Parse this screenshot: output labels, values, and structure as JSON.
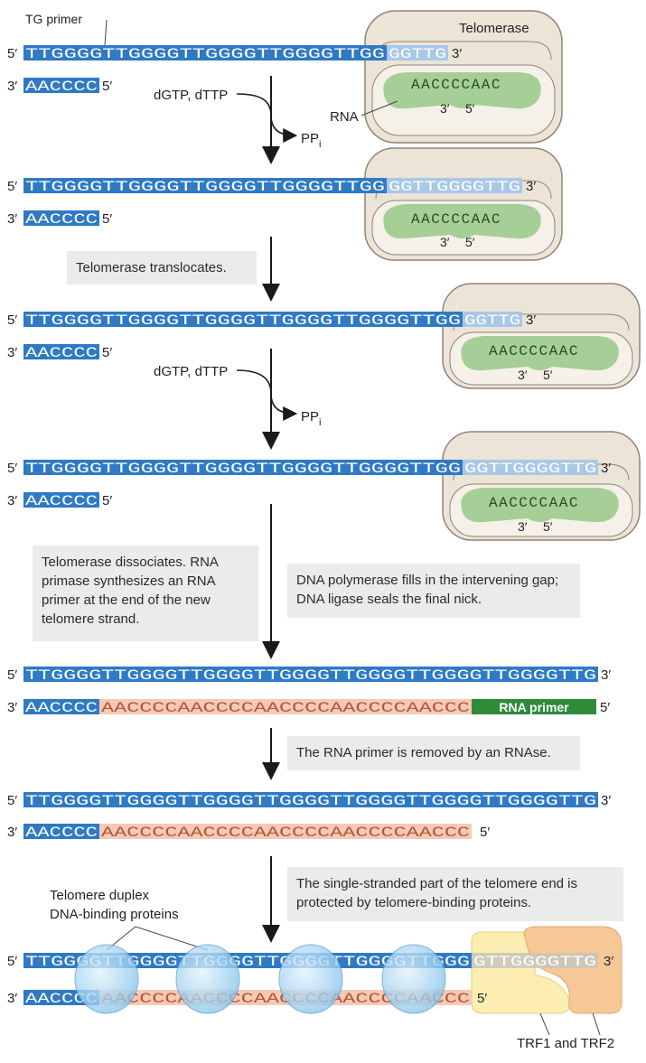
{
  "labels": {
    "tg_primer": "TG primer",
    "telomerase": "Telomerase",
    "rna": "RNA",
    "rna_template": "AACCCCAAC",
    "rna_3": "3′",
    "rna_5": "5′",
    "five_prime": "5′",
    "three_prime": "3′",
    "dntps": "dGTP, dTTP",
    "ppi_main": "PP",
    "ppi_sub": "i",
    "rna_primer": "RNA primer",
    "duplex_proteins_line1": "Telomere duplex",
    "duplex_proteins_line2": "DNA-binding proteins",
    "trf": "TRF1 and TRF2"
  },
  "steps": {
    "translocate": "Telomerase translocates.",
    "dissociate": "Telomerase dissociates. RNA primase synthesizes an RNA primer at the end of the new telomere strand.",
    "polymerase": "DNA polymerase fills in the intervening gap; DNA ligase seals the final nick.",
    "rnase": "The RNA primer is removed by an RNAse.",
    "protect": "The single-stranded part of the telomere end is protected by telomere-binding proteins."
  },
  "sequences": {
    "row1_dark": "TTGGGGTTGGGGTTGGGGTTGGGGTTGG",
    "row1_light": "GGTTG",
    "row2_dark": "TTGGGGTTGGGGTTGGGGTTGGGGTTGG",
    "row2_light": "GGTTGGGGTTG",
    "row3_dark": "TTGGGGTTGGGGTTGGGGTTGGGGTTGGGGTTGG",
    "row3_light": "GGTTG",
    "row4_dark": "TTGGGGTTGGGGTTGGGGTTGGGGTTGGGGTTGG",
    "row4_light": "GGTTGGGGTTG",
    "full_top": "TTGGGGTTGGGGTTGGGGTTGGGGTTGGGGTTGGGGTTGGGGTTG",
    "bottom_primer": "AACCCC",
    "bottom_fill": "AACCCCAACCCCAACCCCAACCCCAACCC",
    "final_top_dark": "TTGGGGTTGGGGTTGGGGTTGGGGTTGGGGTTGGG",
    "final_top_light": "GTTGGGGTTG"
  },
  "colors": {
    "dna_blue": "#2f7ac4",
    "dna_light": "#a9c8e8",
    "fill_pink": "#f6c9b5",
    "fill_text": "#b2563a",
    "primer_green": "#2f8a3a",
    "telomerase_body": "#ece4d7",
    "telomerase_edge": "#8f8476",
    "rna_green": "#a6cf98",
    "protein_blue": "#a9d6f3",
    "trf1": "#fbeeb0",
    "trf2": "#f6c896",
    "note_bg": "#ebebeb"
  }
}
